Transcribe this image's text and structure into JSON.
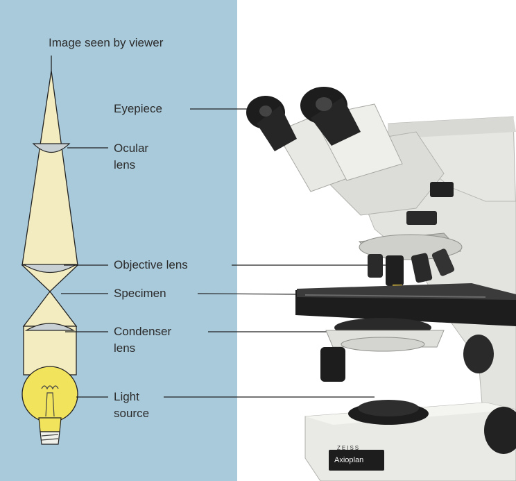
{
  "labels": {
    "image_seen_by_viewer": "Image seen by viewer",
    "eyepiece": "Eyepiece",
    "ocular_lens_line1": "Ocular",
    "ocular_lens_line2": "lens",
    "objective_lens": "Objective lens",
    "specimen": "Specimen",
    "condenser_lens_line1": "Condenser",
    "condenser_lens_line2": "lens",
    "light_source_line1": "Light",
    "light_source_line2": "source"
  },
  "microscope_brand": "ZEISS",
  "microscope_model": "Axioplan",
  "colors": {
    "panel_bg": "#a9cadb",
    "light_path": "#f3ecc0",
    "lens": "#c9d0d4",
    "bulb": "#f2e35c",
    "text": "#2b2b2b",
    "microscope_body": "#e3e3e0",
    "microscope_dark": "#1d1d1d"
  }
}
